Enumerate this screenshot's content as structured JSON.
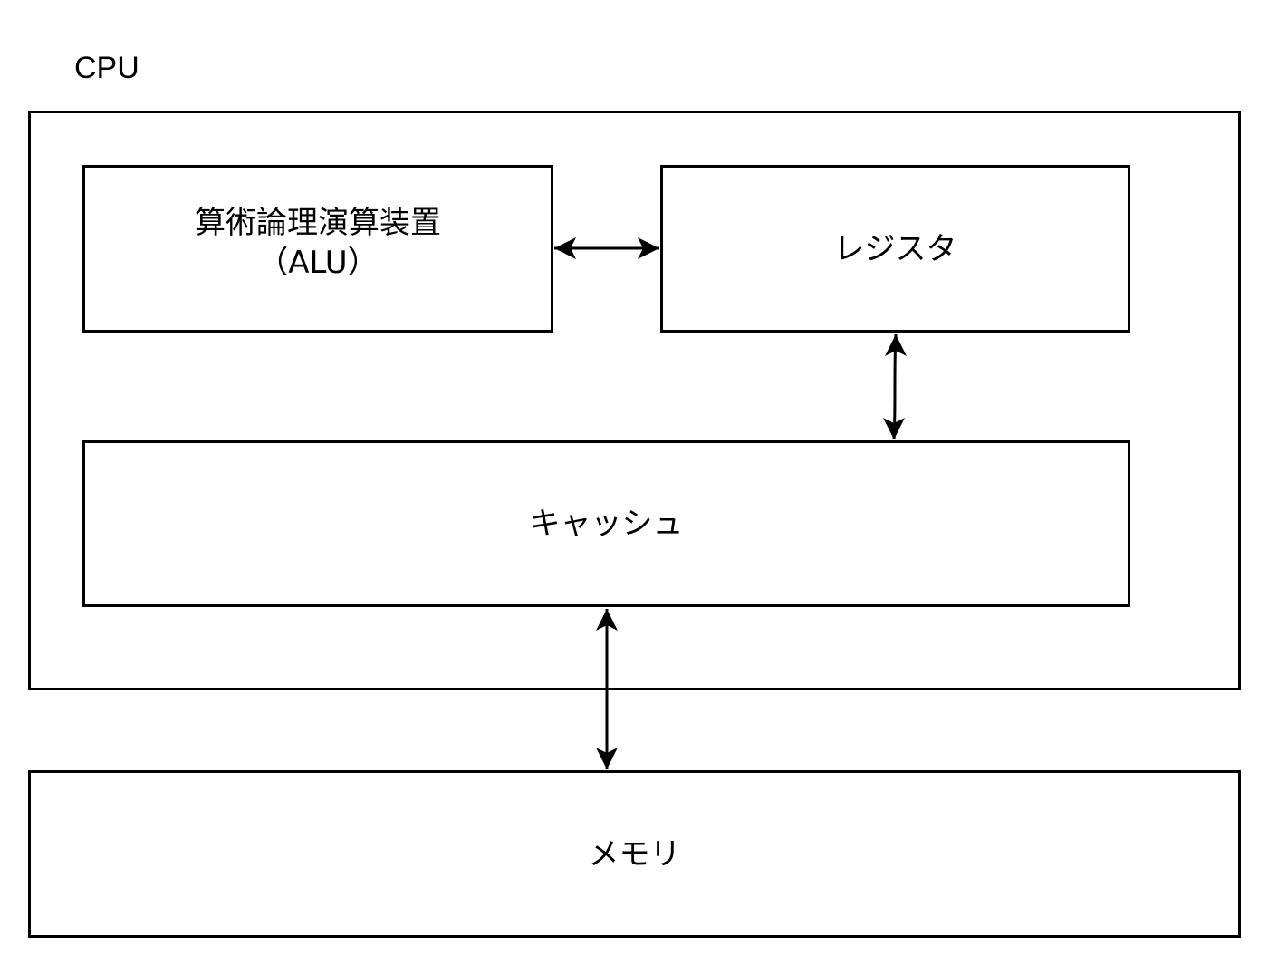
{
  "cpu": {
    "label": "CPU"
  },
  "alu": {
    "label": "算術論理演算装置\n（ALU）"
  },
  "register": {
    "label": "レジスタ"
  },
  "cache": {
    "label": "キャッシュ"
  },
  "memory": {
    "label": "メモリ"
  },
  "connections": [
    {
      "from": "alu",
      "to": "register",
      "direction": "bidirectional"
    },
    {
      "from": "register",
      "to": "cache",
      "direction": "bidirectional"
    },
    {
      "from": "cache",
      "to": "memory",
      "direction": "bidirectional"
    }
  ]
}
